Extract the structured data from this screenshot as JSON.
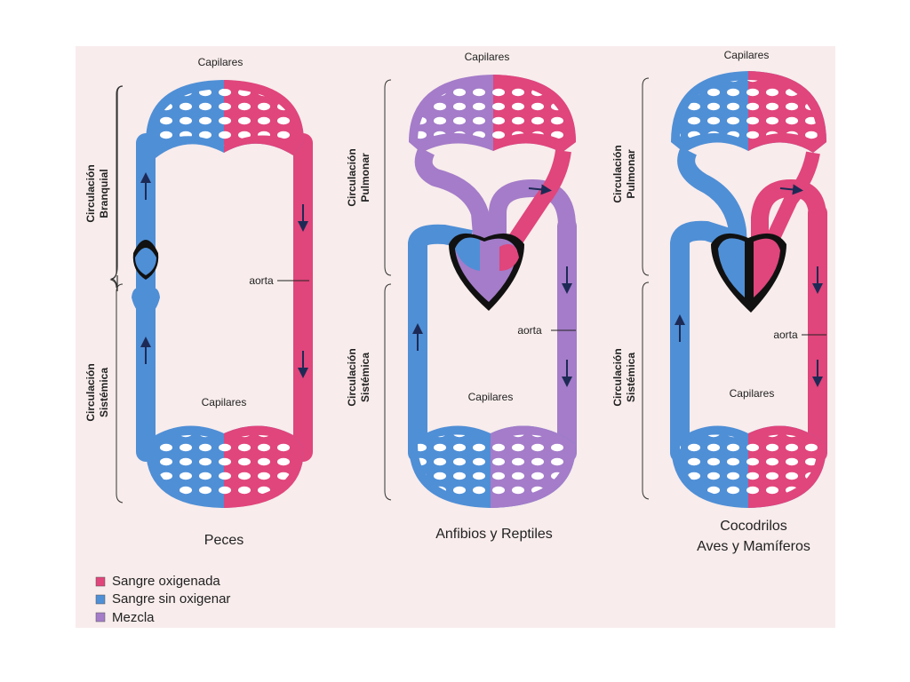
{
  "colors": {
    "background": "#f8ecec",
    "oxygenated": "#e0457b",
    "deoxygenated": "#4f8fd6",
    "mixed": "#a47cc9",
    "heart": "#111111",
    "capillary_hole": "#ffffff"
  },
  "diagrams": [
    {
      "caption_lines": [
        "Peces"
      ],
      "top_capillaries": "Capilares",
      "bottom_capillaries": "Capilares",
      "aorta": "aorta",
      "upper_circulation": [
        "Circulación",
        "Branquial"
      ],
      "lower_circulation": [
        "Circulación",
        "Sistémica"
      ]
    },
    {
      "caption_lines": [
        "Anfibios y Reptiles"
      ],
      "top_capillaries": "Capilares",
      "bottom_capillaries": "Capilares",
      "aorta": "aorta",
      "upper_circulation": [
        "Circulación",
        "Pulmonar"
      ],
      "lower_circulation": [
        "Circulación",
        "Sistémica"
      ]
    },
    {
      "caption_lines": [
        "Cocodrilos",
        "Aves y Mamíferos"
      ],
      "top_capillaries": "Capilares",
      "bottom_capillaries": "Capilares",
      "aorta": "aorta",
      "upper_circulation": [
        "Circulación",
        "Pulmonar"
      ],
      "lower_circulation": [
        "Circulación",
        "Sistémica"
      ]
    }
  ],
  "legend": [
    {
      "label": "Sangre oxigenada",
      "color": "#e0457b"
    },
    {
      "label": "Sangre sin oxigenar",
      "color": "#4f8fd6"
    },
    {
      "label": "Mezcla",
      "color": "#a47cc9"
    }
  ]
}
